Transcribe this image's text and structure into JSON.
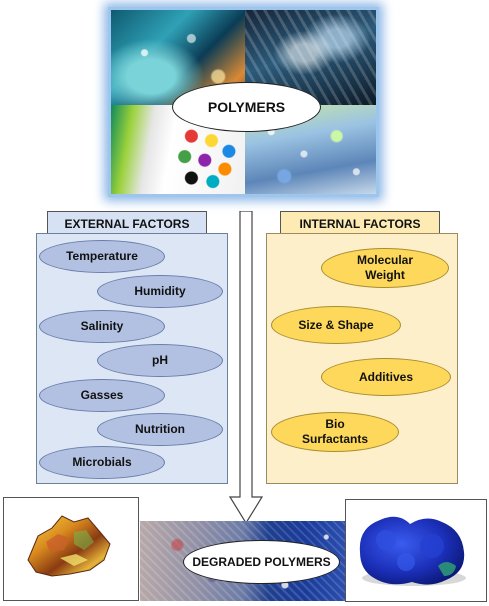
{
  "polymers": {
    "title": "POLYMERS"
  },
  "external": {
    "header": "EXTERNAL FACTORS",
    "items": [
      "Temperature",
      "Humidity",
      "Salinity",
      "pH",
      "Gasses",
      "Nutrition",
      "Microbials"
    ]
  },
  "internal": {
    "header": "INTERNAL FACTORS",
    "items": [
      "Molecular Weight",
      "Size & Shape",
      "Additives",
      "Bio Surfactants"
    ]
  },
  "degraded": {
    "title": "DEGRADED POLYMERS"
  },
  "colors": {
    "external_panel": "#dce6f4",
    "external_oval": "#b2c1e2",
    "internal_panel": "#fdefc9",
    "internal_oval": "#fdd85a",
    "collage_glow": "#8fb8e8"
  }
}
